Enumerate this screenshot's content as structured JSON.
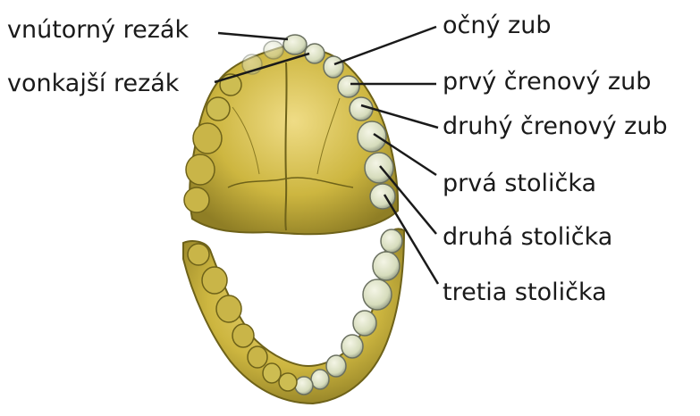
{
  "labels": {
    "vnutorny_rezak": "vnútorný rezák",
    "vonkajsi_rezak": "vonkajší rezák",
    "ocny_zub": "očný zub",
    "prvy_crenovy_zub": "prvý črenový zub",
    "druhy_crenovy_zub": "druhý črenový zub",
    "prva_stolicka": "prvá stolička",
    "druha_stolicka": "druhá stolička",
    "tretia_stolicka": "tretia stolička"
  },
  "colors": {
    "bone": "#c9b23a",
    "bone_light": "#e6d27a",
    "bone_dark": "#8a7a22",
    "tooth": "#dfe3c8",
    "tooth_shadow": "#9aa08a",
    "leader_line": "#1a1a1a"
  }
}
